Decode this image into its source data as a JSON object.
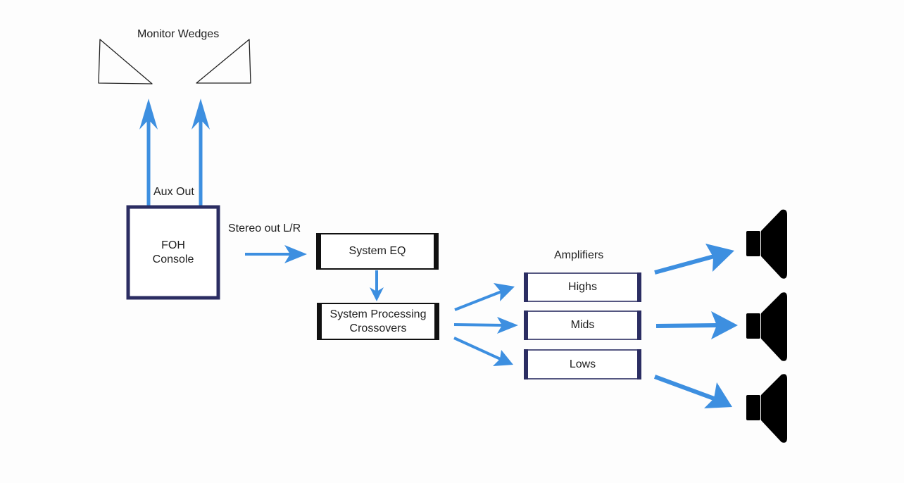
{
  "colors": {
    "arrow": "#3d8fe0",
    "console_border": "#2b2d62",
    "amp_border": "#2b2d62",
    "rack_border": "#111111",
    "speaker": "#000000",
    "wedge_line": "#222222"
  },
  "labels": {
    "monitor_wedges": "Monitor Wedges",
    "aux_out": "Aux Out",
    "stereo_out": "Stereo out L/R",
    "amplifiers": "Amplifiers"
  },
  "boxes": {
    "foh_console": {
      "line1": "FOH",
      "line2": "Console"
    },
    "system_eq": "System EQ",
    "system_processing": {
      "line1": "System Processing",
      "line2": "Crossovers"
    },
    "amp_highs": "Highs",
    "amp_mids": "Mids",
    "amp_lows": "Lows"
  },
  "icons": {
    "monitor_wedge_left": "wedge-icon",
    "monitor_wedge_right": "wedge-icon",
    "speaker_highs": "speaker-icon",
    "speaker_mids": "speaker-icon",
    "speaker_lows": "speaker-icon"
  }
}
